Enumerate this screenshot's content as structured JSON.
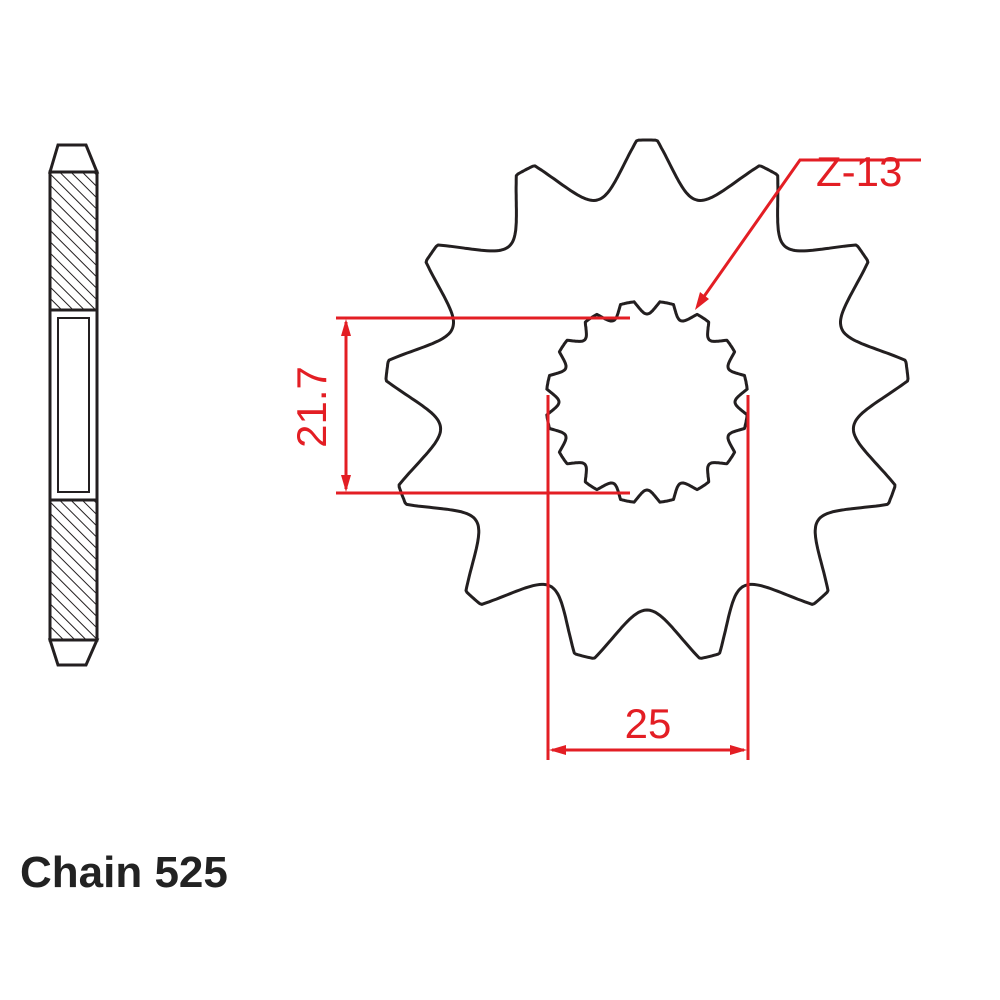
{
  "diagram": {
    "teeth_label": "Z-13",
    "spline_dimension": "21.7",
    "bore_dimension": "25",
    "caption": "Chain 525",
    "colors": {
      "outline": "#231f20",
      "dimension": "#e31e24",
      "hatch": "#231f20",
      "background": "#ffffff"
    }
  }
}
